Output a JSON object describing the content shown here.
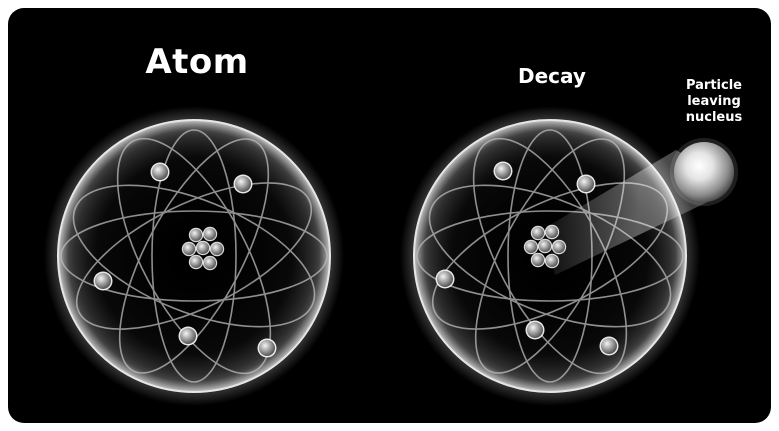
{
  "atom": {
    "title": "Atom"
  },
  "decay": {
    "title": "Decay",
    "particle_label_lines": [
      "Particle",
      "leaving",
      "nucleus"
    ]
  },
  "colors": {
    "background": "#000000",
    "frame": "#ffffff",
    "text": "#ffffff",
    "orbit": "#bdbdbd",
    "particle": "#9a9a9a"
  }
}
